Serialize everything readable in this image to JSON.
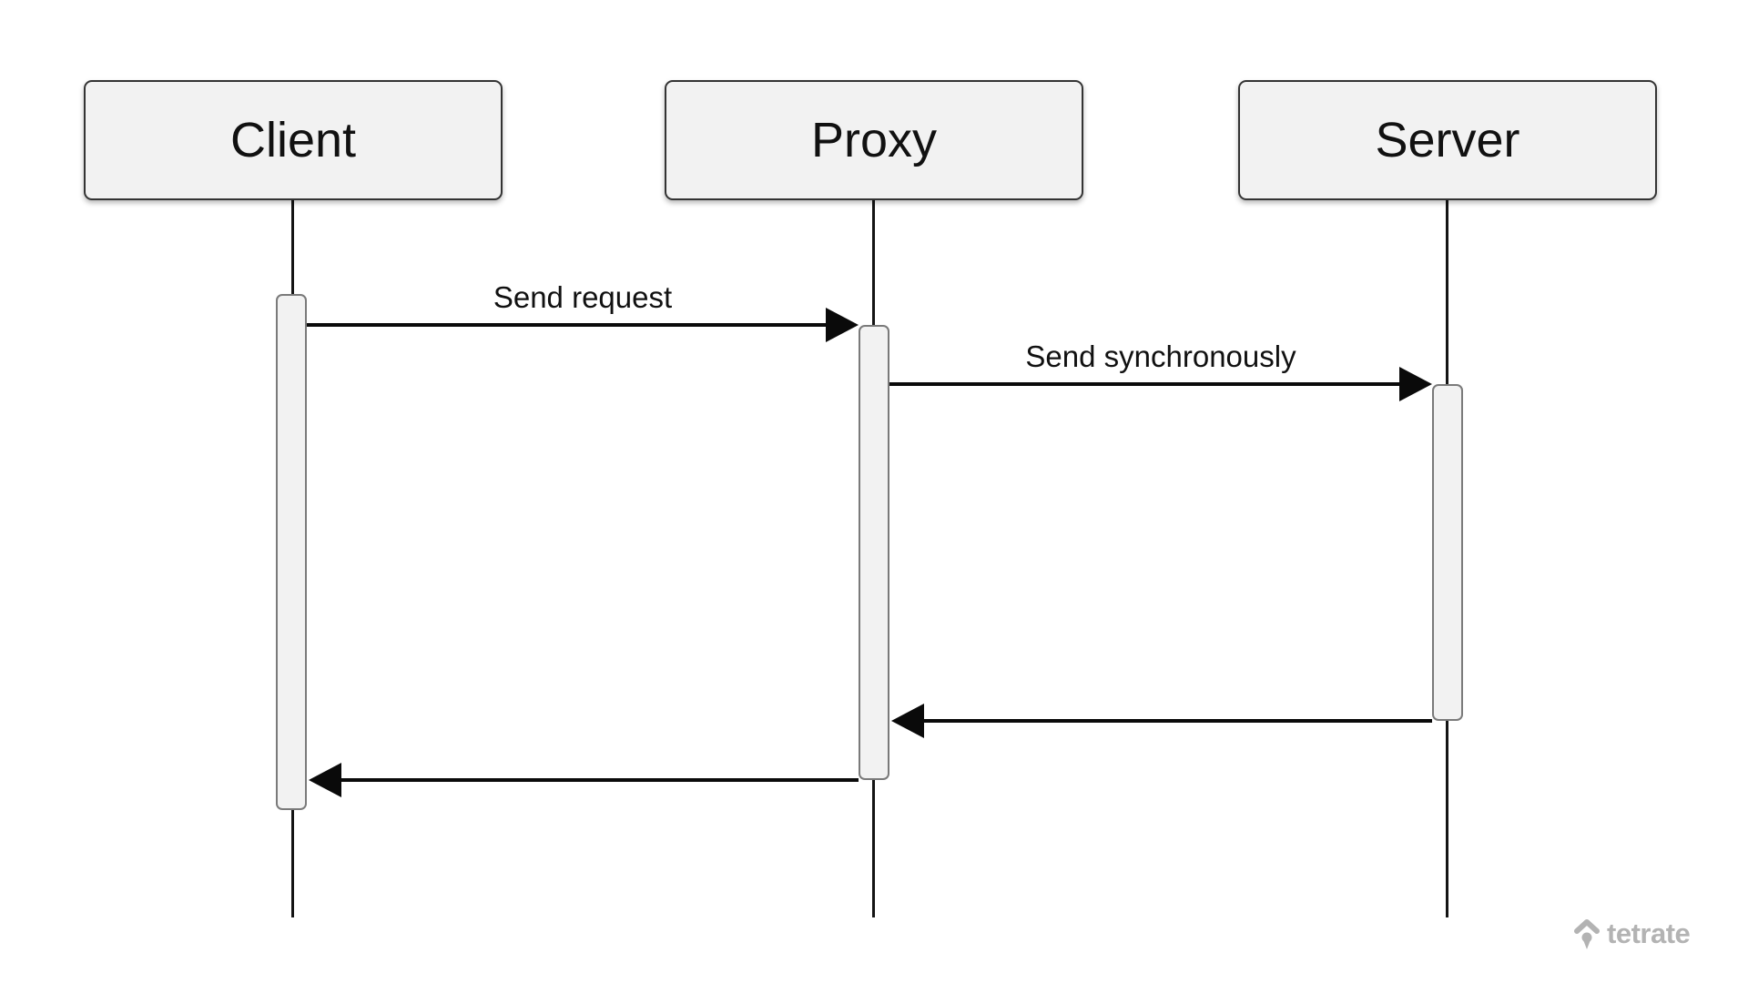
{
  "diagram": {
    "type": "sequence-diagram",
    "actors": [
      {
        "id": "client",
        "label": "Client"
      },
      {
        "id": "proxy",
        "label": "Proxy"
      },
      {
        "id": "server",
        "label": "Server"
      }
    ],
    "messages": [
      {
        "from": "Client",
        "to": "Proxy",
        "label": "Send request",
        "style": "solid",
        "direction": "right"
      },
      {
        "from": "Proxy",
        "to": "Server",
        "label": "Send synchronously",
        "style": "solid",
        "direction": "right"
      },
      {
        "from": "Server",
        "to": "Proxy",
        "label": "",
        "style": "solid",
        "direction": "left"
      },
      {
        "from": "Proxy",
        "to": "Client",
        "label": "",
        "style": "solid",
        "direction": "left"
      }
    ],
    "colors": {
      "canvas_bg": "#ffffff",
      "actor_fill": "#f2f2f2",
      "actor_border": "#343434",
      "activation_fill": "#f2f2f2",
      "activation_border": "#7a7a7a",
      "line_color": "#0a0a0a",
      "text_color": "#111111"
    }
  },
  "branding": {
    "logo_text": "tetrate",
    "logo_color": "#b3b3b3"
  }
}
